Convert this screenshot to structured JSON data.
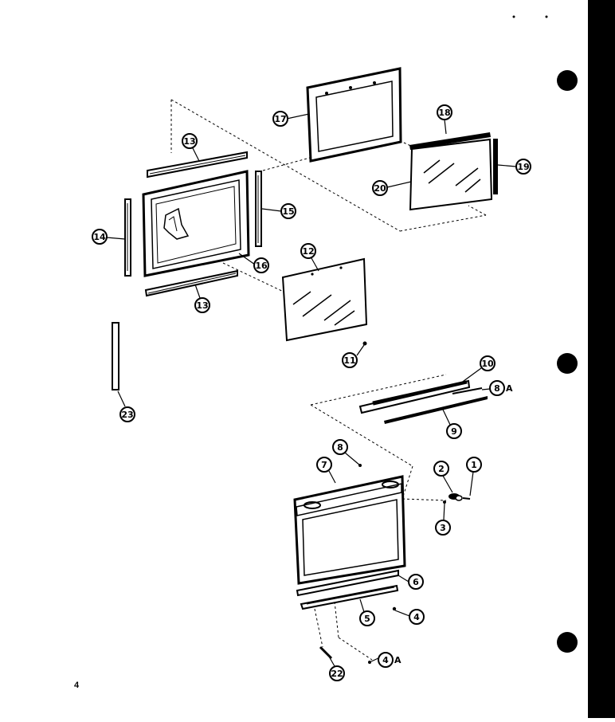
{
  "page": {
    "number": "4"
  },
  "callouts": [
    {
      "label": "17"
    },
    {
      "label": "18"
    },
    {
      "label": "19"
    },
    {
      "label": "20"
    },
    {
      "label": "13"
    },
    {
      "label": "15"
    },
    {
      "label": "14"
    },
    {
      "label": "16"
    },
    {
      "label": "13"
    },
    {
      "label": "12"
    },
    {
      "label": "11"
    },
    {
      "label": "23"
    },
    {
      "label": "10"
    },
    {
      "label": "8",
      "suffix": "A"
    },
    {
      "label": "9"
    },
    {
      "label": "8"
    },
    {
      "label": "7"
    },
    {
      "label": "2"
    },
    {
      "label": "1"
    },
    {
      "label": "3"
    },
    {
      "label": "6"
    },
    {
      "label": "5"
    },
    {
      "label": "4"
    },
    {
      "label": "4",
      "suffix": "A"
    },
    {
      "label": "22"
    }
  ]
}
